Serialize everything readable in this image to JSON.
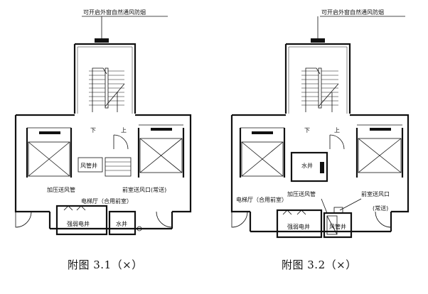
{
  "left": {
    "caption": "附图 3.1（×）",
    "labels": {
      "top_callout": "可开启外窗自然通风防烟",
      "stair_down": "下",
      "stair_up": "上",
      "air_shaft": "风管井",
      "pressurized_duct": "加压送风管",
      "vestibule_outlet": "前室送风口(常送)",
      "elevator_hall": "电梯厅（合用前室）",
      "strong_weak_well": "强弱电井",
      "water_well": "水井"
    }
  },
  "right": {
    "caption": "附图 3.2（×）",
    "labels": {
      "top_callout": "可开启外窗自然通风防烟",
      "stair_down": "下",
      "stair_up": "上",
      "water_well": "水井",
      "elevator_hall": "电梯厅（合用前室）",
      "pressurized_duct": "加压送风管",
      "vestibule_outlet": "前室送风口",
      "outlet_note": "(常送)",
      "strong_weak_well": "强弱电井",
      "air_shaft": "风管井"
    }
  }
}
